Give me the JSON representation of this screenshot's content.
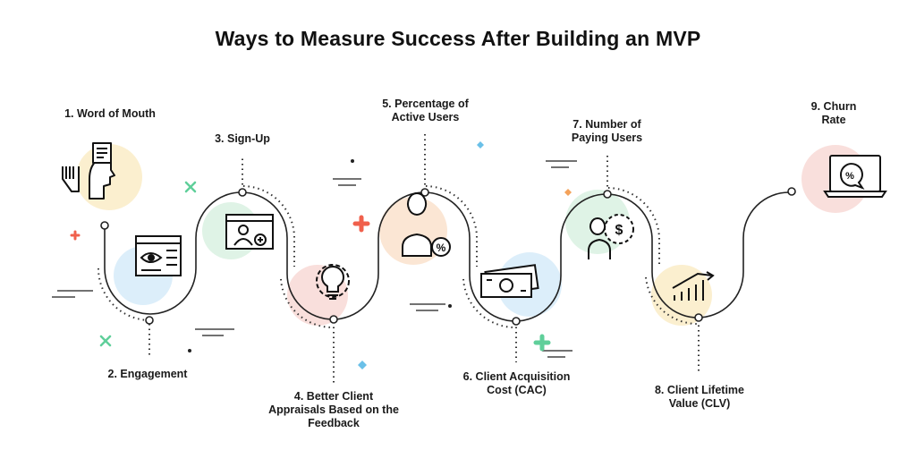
{
  "title": "Ways to Measure Success After Building an MVP",
  "steps": [
    {
      "label": "1. Word of Mouth",
      "icon": "speaking-head-icon"
    },
    {
      "label": "2. Engagement",
      "icon": "browser-eye-icon"
    },
    {
      "label": "3. Sign-Up",
      "icon": "user-add-window-icon"
    },
    {
      "label": "4. Better Client Appraisals Based on the Feedback",
      "icon": "lightbulb-gear-icon"
    },
    {
      "label": "5. Percentage of Active Users",
      "icon": "user-percent-icon"
    },
    {
      "label": "6. Client Acquisition Cost (CAC)",
      "icon": "money-bills-icon"
    },
    {
      "label": "7. Number of Paying Users",
      "icon": "paying-user-icon"
    },
    {
      "label": "8. Client Lifetime Value (CLV)",
      "icon": "growth-chart-icon"
    },
    {
      "label": "9. Churn Rate",
      "icon": "laptop-percent-icon"
    }
  ],
  "colors": {
    "yellow": "#fbefcf",
    "blue": "#dceefa",
    "green": "#dff3e6",
    "pink": "#f9dfdc",
    "peach": "#fbe6d4",
    "line": "#222222",
    "accent_red": "#f0604c",
    "accent_green": "#5fcf9a",
    "accent_blue": "#6ac0e8",
    "accent_orange": "#f4a25a"
  }
}
